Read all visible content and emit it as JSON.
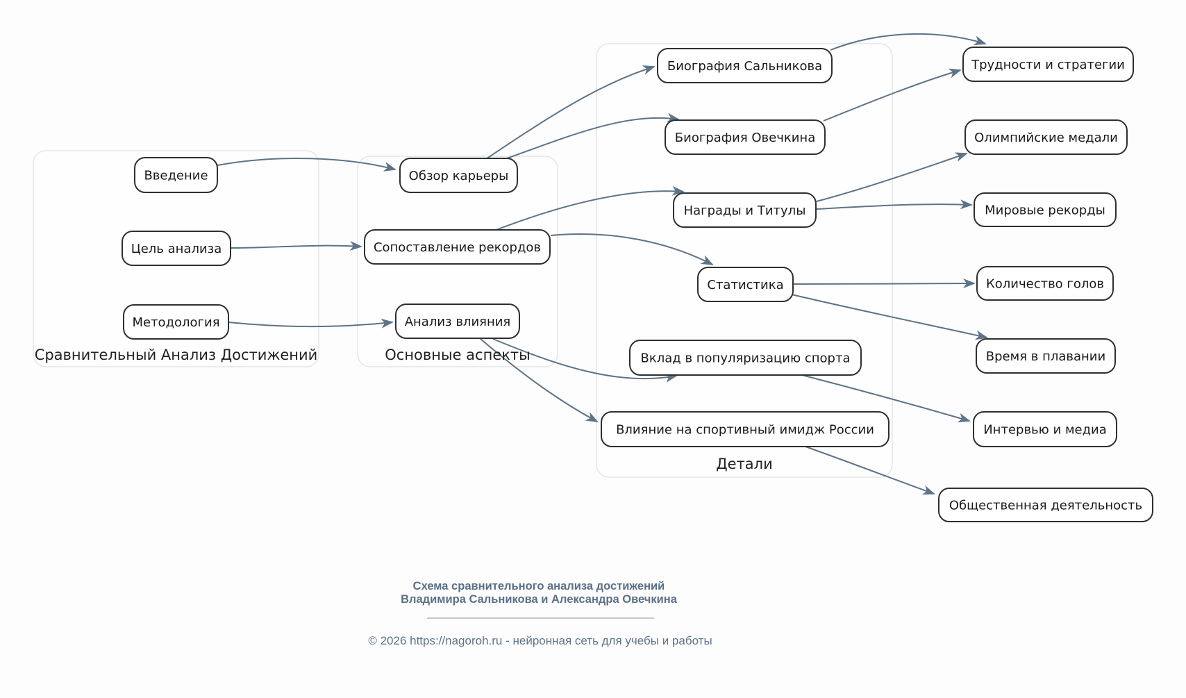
{
  "diagram": {
    "groups": [
      {
        "id": "g1",
        "label": "Сравнительный Анализ Достижений"
      },
      {
        "id": "g2",
        "label": "Основные аспекты"
      },
      {
        "id": "g3",
        "label": "Детали"
      }
    ],
    "nodes": [
      {
        "id": "vvedenie",
        "label": "Введение"
      },
      {
        "id": "tsel",
        "label": "Цель анализа"
      },
      {
        "id": "metod",
        "label": "Методология"
      },
      {
        "id": "obzor",
        "label": "Обзор карьеры"
      },
      {
        "id": "sopost",
        "label": "Сопоставление рекордов"
      },
      {
        "id": "analiz",
        "label": "Анализ влияния"
      },
      {
        "id": "bio_sal",
        "label": "Биография Сальникова"
      },
      {
        "id": "bio_ove",
        "label": "Биография Овечкина"
      },
      {
        "id": "nagrady",
        "label": "Награды и Титулы"
      },
      {
        "id": "stat",
        "label": "Статистика"
      },
      {
        "id": "vklad",
        "label": "Вклад в популяризацию спорта"
      },
      {
        "id": "vliyanie",
        "label": "Влияние на спортивный имидж России"
      },
      {
        "id": "trudnosti",
        "label": "Трудности и стратегии"
      },
      {
        "id": "olimp",
        "label": "Олимпийские медали"
      },
      {
        "id": "mir",
        "label": "Мировые рекорды"
      },
      {
        "id": "kolvo",
        "label": "Количество голов"
      },
      {
        "id": "vremya",
        "label": "Время в плавании"
      },
      {
        "id": "interview",
        "label": "Интервью и медиа"
      },
      {
        "id": "obshch",
        "label": "Общественная деятельность"
      }
    ],
    "edges": [
      {
        "from": "vvedenie",
        "to": "obzor"
      },
      {
        "from": "tsel",
        "to": "sopost"
      },
      {
        "from": "metod",
        "to": "analiz"
      },
      {
        "from": "obzor",
        "to": "bio_sal"
      },
      {
        "from": "obzor",
        "to": "bio_ove"
      },
      {
        "from": "sopost",
        "to": "nagrady"
      },
      {
        "from": "sopost",
        "to": "stat"
      },
      {
        "from": "analiz",
        "to": "vklad"
      },
      {
        "from": "analiz",
        "to": "vliyanie"
      },
      {
        "from": "bio_sal",
        "to": "trudnosti"
      },
      {
        "from": "bio_ove",
        "to": "trudnosti"
      },
      {
        "from": "nagrady",
        "to": "olimp"
      },
      {
        "from": "nagrady",
        "to": "mir"
      },
      {
        "from": "stat",
        "to": "kolvo"
      },
      {
        "from": "stat",
        "to": "vremya"
      },
      {
        "from": "vklad",
        "to": "interview"
      },
      {
        "from": "vliyanie",
        "to": "obshch"
      }
    ]
  },
  "footer": {
    "title_line1": "Схема сравнительного анализа достижений",
    "title_line2": "Владимира Сальникова и Александра Овечкина",
    "copyright": "© 2026 https://nagoroh.ru - нейронная сеть для учебы и работы"
  },
  "colors": {
    "background": "#fdfdfe",
    "node_border": "#2f2f2f",
    "node_fill": "#ffffff",
    "group_border": "#e3e5e8",
    "edge": "#5e7387",
    "footer_text": "#5a7086"
  }
}
